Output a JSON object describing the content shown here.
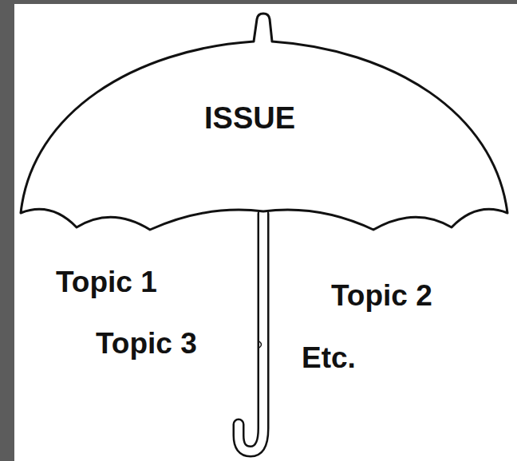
{
  "diagram": {
    "nodes": [
      {
        "text": [
          "ISSUE"
        ]
      }
    ],
    "labels": [
      "Topic 1",
      "Topic 3",
      "Topic 2",
      "Etc."
    ]
  }
}
